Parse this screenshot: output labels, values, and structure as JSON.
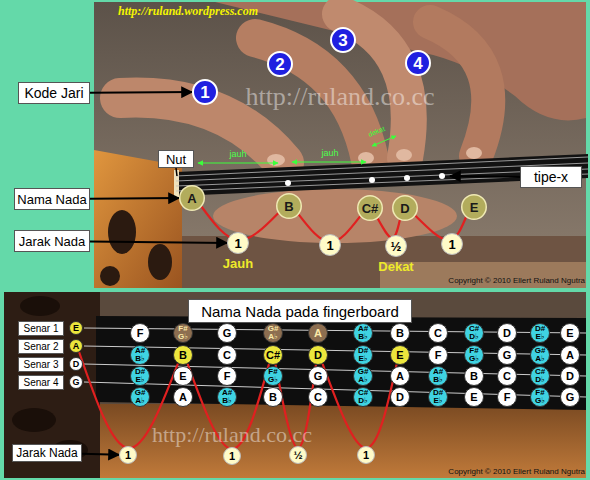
{
  "diagram": {
    "nodes": [
      {
        "text": [
          "Kode Jari"
        ]
      },
      {
        "text": [
          "1"
        ]
      },
      {
        "text": [
          "2"
        ]
      },
      {
        "text": [
          "3"
        ]
      },
      {
        "text": [
          "4"
        ]
      },
      {
        "text": [
          "Nut"
        ]
      },
      {
        "text": [
          "tipe-x"
        ]
      },
      {
        "text": [
          "Nama Nada"
        ]
      },
      {
        "text": [
          "A"
        ]
      },
      {
        "text": [
          "B"
        ]
      },
      {
        "text": [
          "C#"
        ]
      },
      {
        "text": [
          "D"
        ]
      },
      {
        "text": [
          "E"
        ]
      },
      {
        "text": [
          "Jarak Nada"
        ]
      },
      {
        "text": [
          "1",
          "Jauh"
        ]
      },
      {
        "text": [
          "1"
        ]
      },
      {
        "text": [
          "½",
          "Dekat"
        ]
      },
      {
        "text": [
          "1"
        ]
      },
      {
        "text": [
          "Nama Nada pada fingerboard"
        ]
      },
      {
        "text": [
          "Senar 1"
        ]
      },
      {
        "text": [
          "E"
        ]
      },
      {
        "text": [
          "F"
        ]
      },
      {
        "text": [
          "F#",
          "G♭"
        ]
      },
      {
        "text": [
          "G"
        ]
      },
      {
        "text": [
          "G#",
          "A♭"
        ]
      },
      {
        "text": [
          "A"
        ]
      },
      {
        "text": [
          "A#",
          "B♭"
        ]
      },
      {
        "text": [
          "B"
        ]
      },
      {
        "text": [
          "C"
        ]
      },
      {
        "text": [
          "C#",
          "D♭"
        ]
      },
      {
        "text": [
          "D"
        ]
      },
      {
        "text": [
          "D#",
          "E♭"
        ]
      },
      {
        "text": [
          "E"
        ]
      },
      {
        "text": [
          "Senar 2"
        ]
      },
      {
        "text": [
          "A"
        ]
      },
      {
        "text": [
          "A#",
          "B♭"
        ]
      },
      {
        "text": [
          "B"
        ]
      },
      {
        "text": [
          "C"
        ]
      },
      {
        "text": [
          "C#"
        ]
      },
      {
        "text": [
          "D"
        ]
      },
      {
        "text": [
          "D#",
          "E♭"
        ]
      },
      {
        "text": [
          "E"
        ]
      },
      {
        "text": [
          "F"
        ]
      },
      {
        "text": [
          "F#",
          "G♭"
        ]
      },
      {
        "text": [
          "G"
        ]
      },
      {
        "text": [
          "G#",
          "A♭"
        ]
      },
      {
        "text": [
          "A"
        ]
      },
      {
        "text": [
          "Senar 3"
        ]
      },
      {
        "text": [
          "D"
        ]
      },
      {
        "text": [
          "D#",
          "E♭"
        ]
      },
      {
        "text": [
          "E"
        ]
      },
      {
        "text": [
          "F"
        ]
      },
      {
        "text": [
          "F#",
          "G♭"
        ]
      },
      {
        "text": [
          "G"
        ]
      },
      {
        "text": [
          "G#",
          "A♭"
        ]
      },
      {
        "text": [
          "A"
        ]
      },
      {
        "text": [
          "A#",
          "B♭"
        ]
      },
      {
        "text": [
          "B"
        ]
      },
      {
        "text": [
          "C"
        ]
      },
      {
        "text": [
          "C#",
          "D♭"
        ]
      },
      {
        "text": [
          "D"
        ]
      },
      {
        "text": [
          "Senar 4"
        ]
      },
      {
        "text": [
          "G"
        ]
      },
      {
        "text": [
          "G#",
          "A♭"
        ]
      },
      {
        "text": [
          "A"
        ]
      },
      {
        "text": [
          "A#",
          "B♭"
        ]
      },
      {
        "text": [
          "B"
        ]
      },
      {
        "text": [
          "C"
        ]
      },
      {
        "text": [
          "C#",
          "D♭"
        ]
      },
      {
        "text": [
          "D"
        ]
      },
      {
        "text": [
          "D#",
          "E♭"
        ]
      },
      {
        "text": [
          "E"
        ]
      },
      {
        "text": [
          "F"
        ]
      },
      {
        "text": [
          "F#",
          "G♭"
        ]
      },
      {
        "text": [
          "G"
        ]
      },
      {
        "text": [
          "Jarak Nada"
        ]
      },
      {
        "text": [
          "1"
        ]
      },
      {
        "text": [
          "1"
        ]
      },
      {
        "text": [
          "½"
        ]
      },
      {
        "text": [
          "1"
        ]
      }
    ],
    "edges": [
      {
        "from": 0,
        "to": 1,
        "arrow": "to"
      },
      {
        "from": 7,
        "to": 8,
        "arrow": "to"
      },
      {
        "from": 13,
        "to": 14,
        "arrow": "to"
      },
      {
        "from": 8,
        "to": 9,
        "arrow": "none"
      },
      {
        "from": 9,
        "to": 10,
        "arrow": "none"
      },
      {
        "from": 10,
        "to": 11,
        "arrow": "none"
      },
      {
        "from": 11,
        "to": 12,
        "arrow": "none"
      },
      {
        "from": 34,
        "to": 36,
        "arrow": "none"
      },
      {
        "from": 36,
        "to": 38,
        "arrow": "none"
      },
      {
        "from": 38,
        "to": 39,
        "arrow": "none"
      },
      {
        "from": 39,
        "to": 41,
        "arrow": "none"
      },
      {
        "from": 75,
        "to": 76,
        "arrow": "to"
      }
    ],
    "labels": [
      "http://ruland.wordpress.com",
      "http://ruland.co.cc",
      "dekat",
      "jauh",
      "jauh",
      "Copyright © 2010 Ellert Ruland Ngutra",
      "http://ruland.co.cc",
      "Copyright © 2010 Ellert Ruland Ngutra"
    ]
  }
}
